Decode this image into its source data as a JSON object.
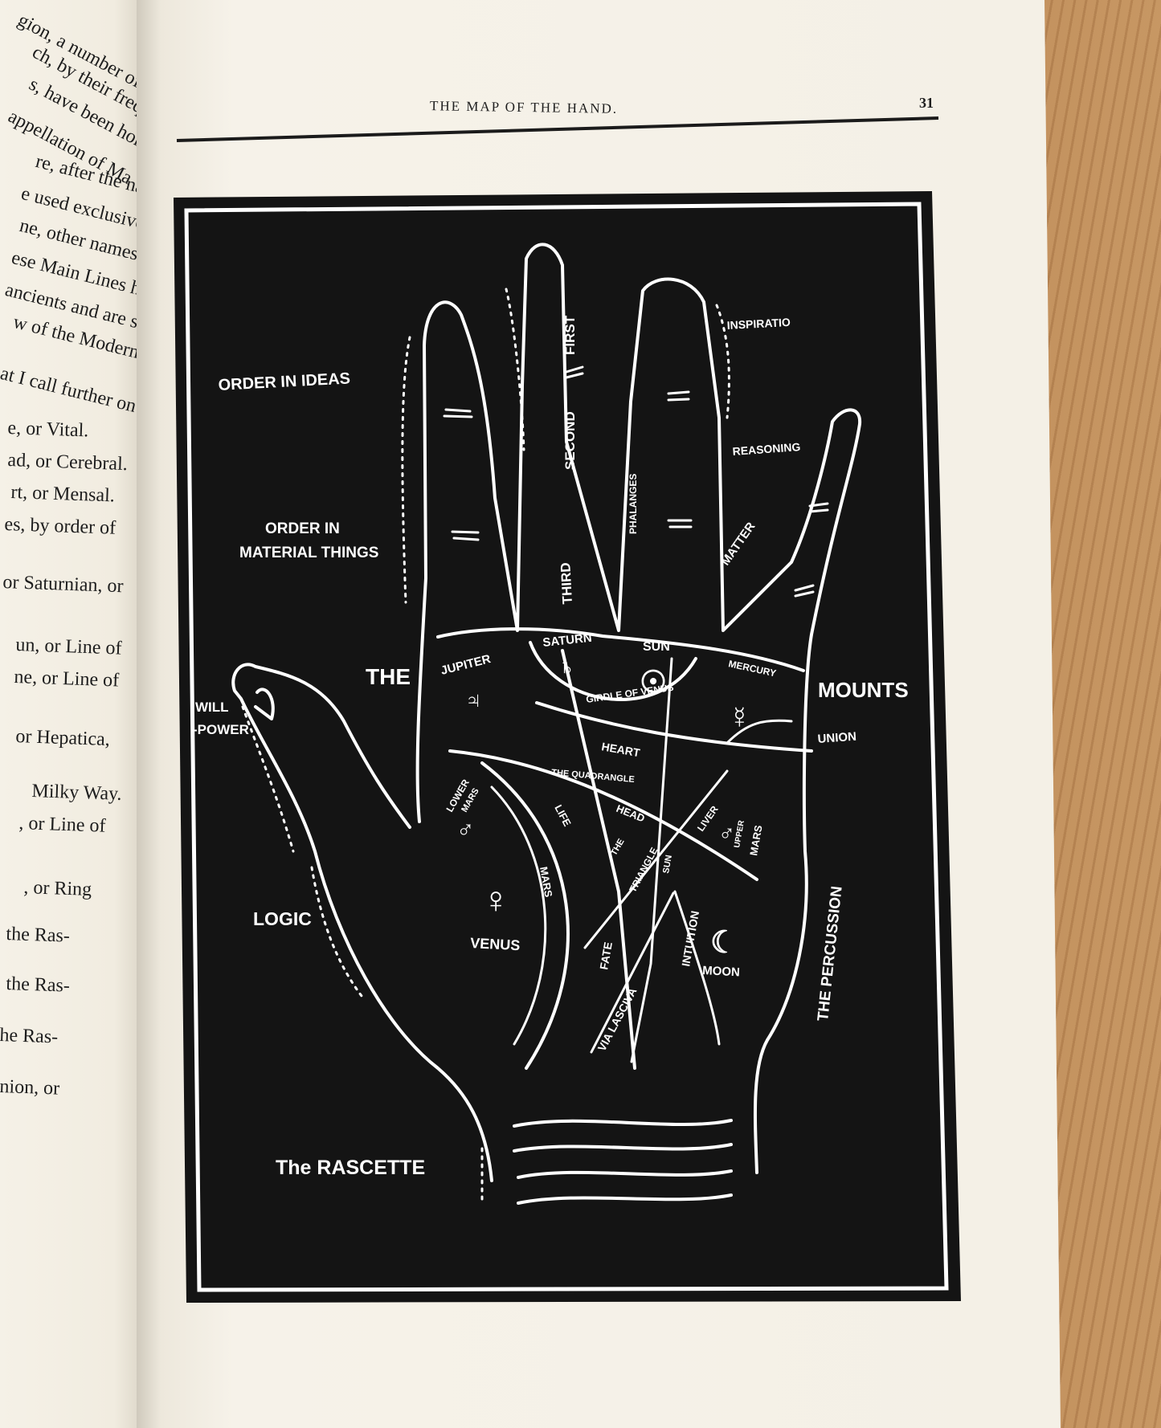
{
  "page": {
    "running_head": "THE MAP OF THE HAND.",
    "page_number": "31"
  },
  "left_page_lines": [
    "gion, a number of",
    "ch, by their freq",
    "s, have been hono",
    "appellation of Ma",
    "re, after the names",
    "e used exclusively",
    "ne, other names b",
    "ese Main Lines hav",
    "ancients and are sti",
    "w of the Modern",
    "at I call further on",
    "e, or Vital.",
    "ad, or Cerebral.",
    "rt, or Mensal.",
    "es, by order of",
    "or Saturnian, or",
    "un, or Line of",
    "ne, or Line of",
    "or Hepatica,",
    "Milky Way.",
    ", or Line of",
    ", or Ring",
    "the Ras-",
    "the Ras-",
    "he Ras-",
    "nion, or"
  ],
  "labels": {
    "order_ideas": "ORDER IN IDEAS",
    "order_material_1": "ORDER IN",
    "order_material_2": "MATERIAL THINGS",
    "the": "THE",
    "mounts": "MOUNTS",
    "will_1": "WILL",
    "will_2": "-POWER",
    "logic": "LOGIC",
    "rascette": "The RASCETTE",
    "inspiration": "INSPIRATIO",
    "reasoning": "REASONING",
    "matter": "MATTER",
    "union": "UNION",
    "percussion": "THE PERCUSSION",
    "first": "FIRST",
    "second": "SECOND",
    "third": "THIRD",
    "phalanges": "PHALANGES",
    "jupiter": "JUPITER",
    "saturn": "SATURN",
    "sun": "SUN",
    "mercury": "MERCURY",
    "girdle_of_venus": "GIRDLE OF VENUS",
    "heart": "HEART",
    "the_quadrangle": "THE QUADRANGLE",
    "head": "HEAD",
    "life": "LIFE",
    "lower_mars_1": "LOWER",
    "lower_mars_2": "MARS",
    "upper_mars_1": "UPPER",
    "upper_mars_2": "MARS",
    "mars": "MARS",
    "venus": "VENUS",
    "the_triangle_1": "THE",
    "the_triangle_2": "TRIANGLE",
    "sun_line": "SUN",
    "liver": "LIVER",
    "fate": "FATE",
    "via_lasciva": "VIA LASCIVA",
    "intuition": "INTUITION",
    "moon": "MOON"
  },
  "symbols": {
    "jupiter": "♃",
    "saturn": "♄",
    "sun": "☉",
    "mercury": "☿",
    "mars_lower": "♂",
    "mars_upper": "♂",
    "venus": "♀",
    "moon": "☾"
  },
  "colors": {
    "plate_background": "#141414",
    "plate_ink": "#ffffff",
    "paper": "#f4f0e6",
    "wood": "#b98a5a"
  }
}
